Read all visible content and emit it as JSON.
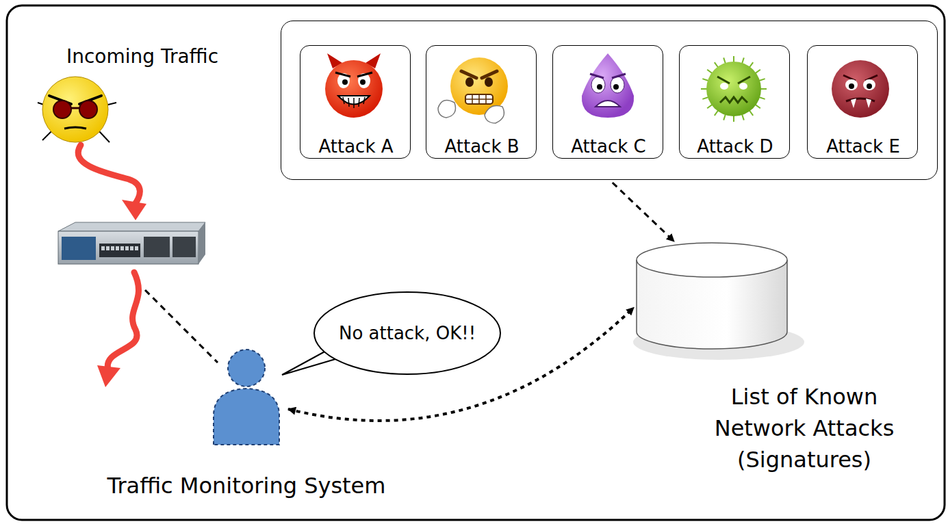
{
  "diagram": {
    "nodes": [
      {
        "text": [
          "Incoming Traffic"
        ]
      },
      {
        "text": []
      },
      {
        "text": [
          "Attack A"
        ],
        "in": 1
      },
      {
        "text": [
          "Attack B"
        ],
        "in": 1
      },
      {
        "text": [
          "Attack C"
        ],
        "in": 1
      },
      {
        "text": [
          "Attack D"
        ],
        "in": 1
      },
      {
        "text": [
          "Attack E"
        ],
        "in": 1
      },
      {
        "text": [
          "No attack, OK!!"
        ]
      },
      {
        "text": [
          "Traffic Monitoring System"
        ]
      },
      {
        "text": [
          "List of Known Network Attacks (Signatures)"
        ]
      }
    ],
    "edges": [
      {
        "from": 1,
        "to": 9,
        "arrow": "to"
      },
      {
        "from": 8,
        "to": 9,
        "arrow": "both"
      }
    ]
  }
}
